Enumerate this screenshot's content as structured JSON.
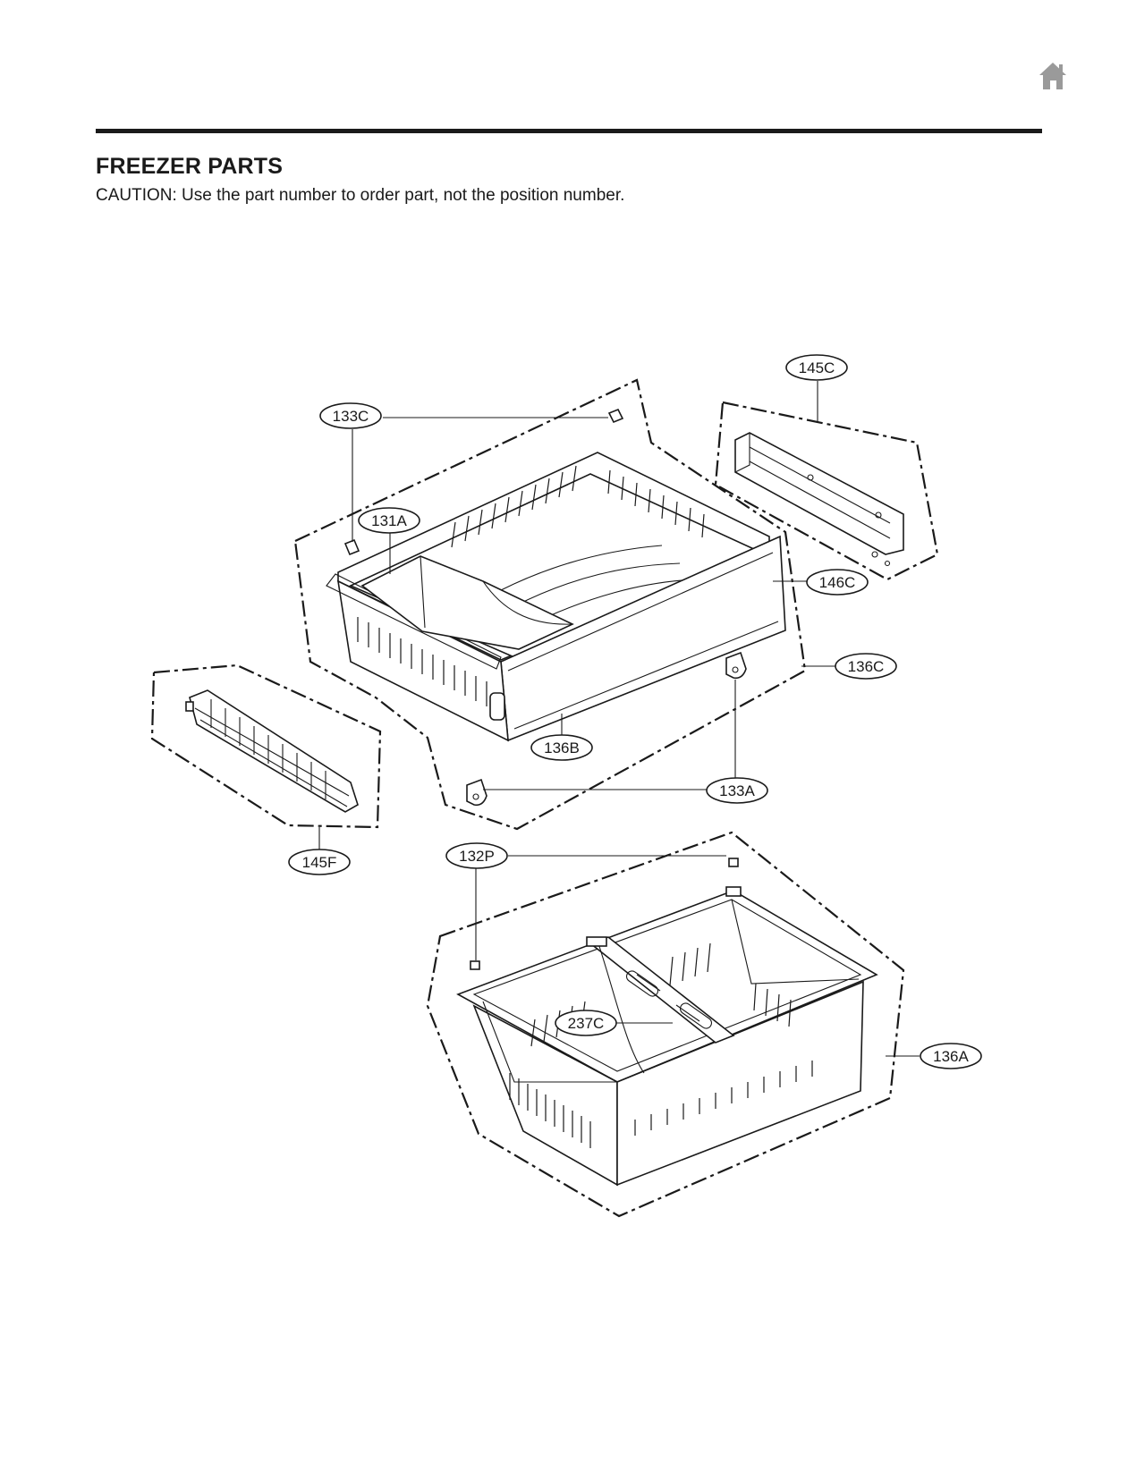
{
  "header": {
    "title": "FREEZER PARTS",
    "caution": "CAUTION: Use the part number to order part, not the position number."
  },
  "icons": {
    "home": "home-icon"
  },
  "callouts": {
    "c145C": "145C",
    "c133C": "133C",
    "c131A": "131A",
    "c146C": "146C",
    "c136C": "136C",
    "c136B": "136B",
    "c133A": "133A",
    "c145F": "145F",
    "c132P": "132P",
    "c237C": "237C",
    "c136A": "136A"
  }
}
